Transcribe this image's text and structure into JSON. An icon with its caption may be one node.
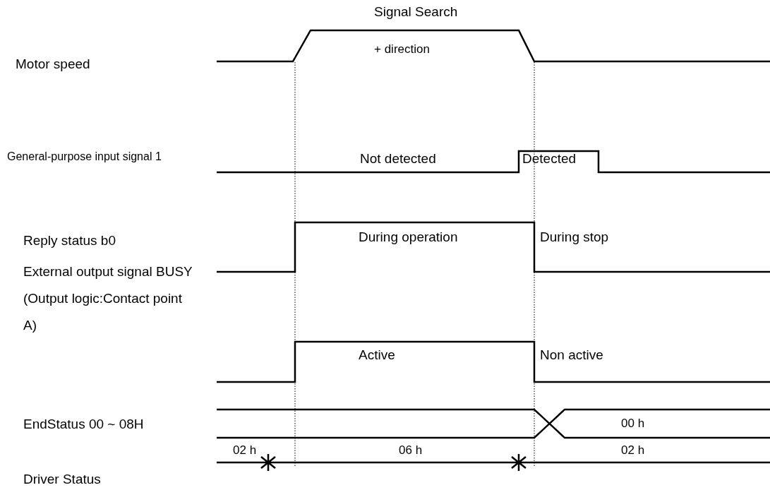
{
  "diagram": {
    "labels": [
      "Signal Search",
      "Motor speed",
      "+ direction",
      "General-purpose input signal 1",
      "Not detected",
      "Detected",
      "Reply status b0",
      "During operation",
      "During stop",
      "External output signal BUSY (Output logic:Contact point A)",
      "Active",
      "Non active",
      "EndStatus 00 ~ 08H",
      "00 h",
      "02 h",
      "06 h",
      "02 h",
      "Driver Status"
    ]
  }
}
